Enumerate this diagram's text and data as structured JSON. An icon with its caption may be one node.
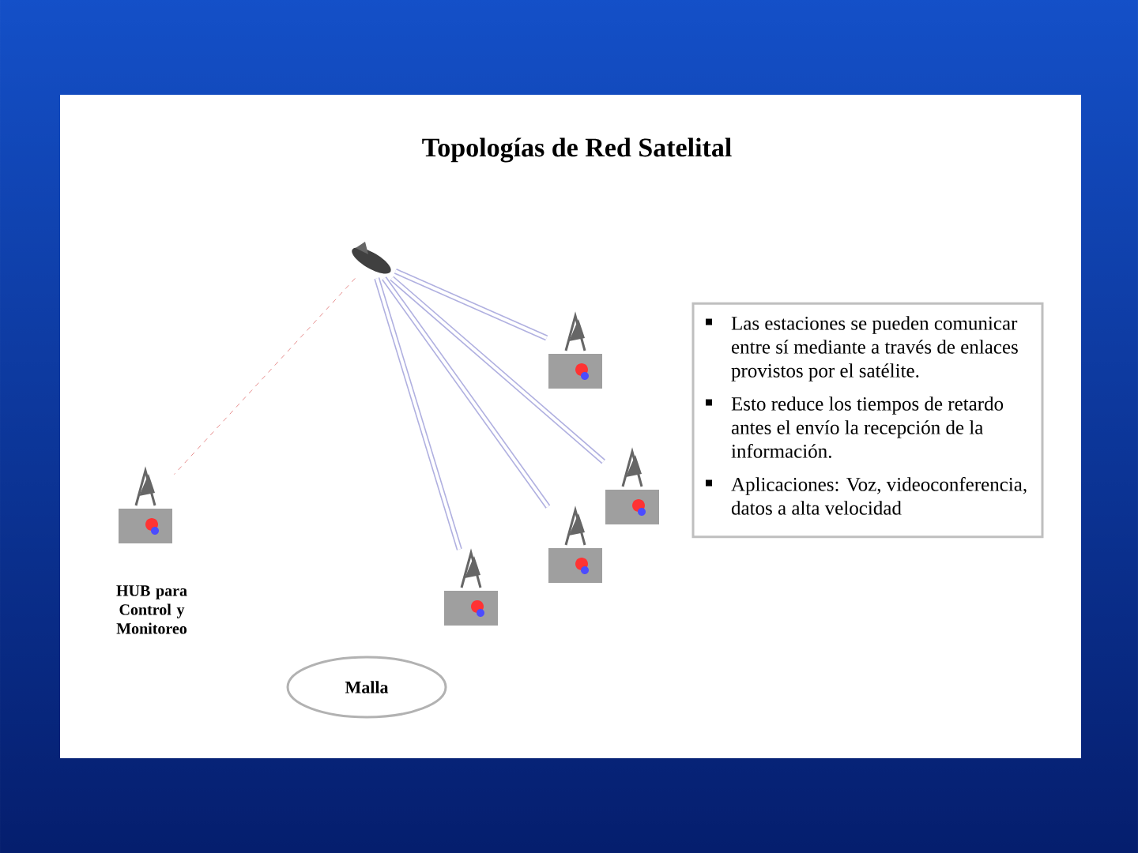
{
  "diagram": {
    "title": "Topologías de Red Satelital",
    "nodes": [
      {
        "text": [],
        "shape": "picture"
      },
      {
        "text": [],
        "shape": "picture"
      },
      {
        "text": [],
        "shape": "picture"
      },
      {
        "text": [],
        "shape": "picture",
        "beside": [
          "HUB para Control y Monitoreo"
        ]
      },
      {
        "text": [],
        "shape": "picture"
      },
      {
        "text": [],
        "shape": "picture"
      },
      {
        "text": [
          "Las estaciones se pueden comunicar entre sí mediante a través de enlaces provistos por el satélite.",
          "Esto reduce los tiempos de retardo antes el envío la recepción de la información.",
          "Aplicaciones: Voz, videoconferencia, datos a alta velocidad"
        ]
      },
      {
        "text": [
          "Malla"
        ]
      }
    ],
    "edges": [
      {
        "from": 0,
        "to": 1,
        "arrow": "none"
      },
      {
        "from": 0,
        "to": 2,
        "arrow": "none"
      },
      {
        "from": 0,
        "to": 3,
        "arrow": "none",
        "style": "dashed",
        "color": "#e07070"
      },
      {
        "from": 0,
        "to": 4,
        "arrow": "none"
      },
      {
        "from": 0,
        "to": 5,
        "arrow": "none"
      }
    ]
  }
}
